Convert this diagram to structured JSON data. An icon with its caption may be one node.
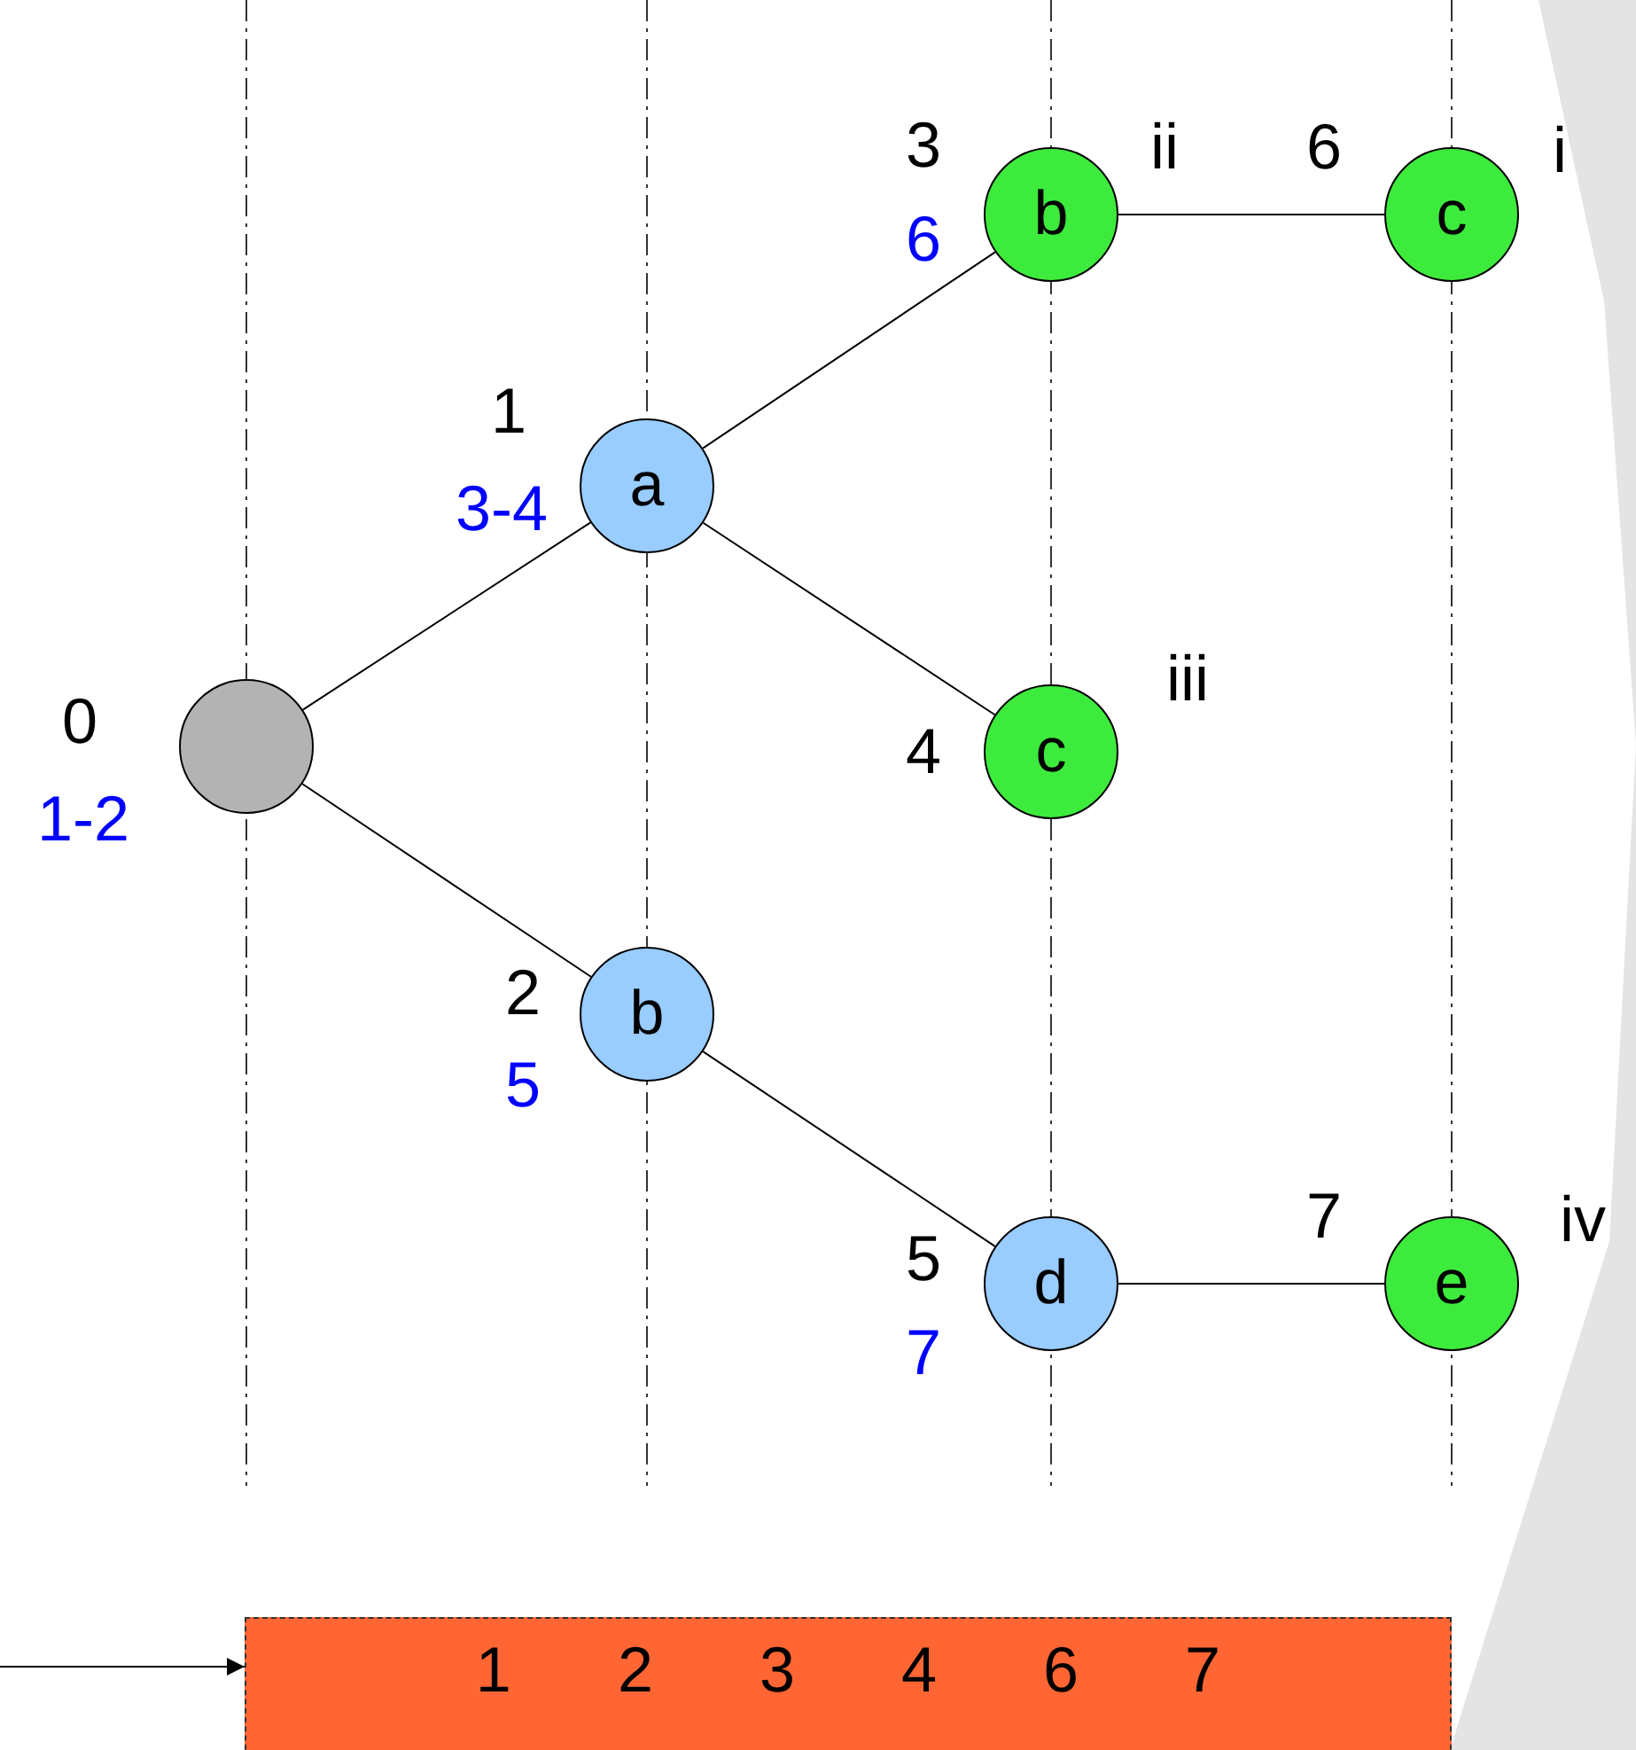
{
  "diagram": {
    "nodes": [
      {
        "text": [],
        "shape": "circle",
        "beside": [
          "0",
          "1-2"
        ]
      },
      {
        "text": [
          "a"
        ],
        "beside": [
          "1",
          "3-4"
        ]
      },
      {
        "text": [
          "b"
        ],
        "beside": [
          "2",
          "5"
        ]
      },
      {
        "text": [
          "b"
        ],
        "beside": [
          "3",
          "6"
        ]
      },
      {
        "text": [
          "c"
        ],
        "beside": [
          "4"
        ]
      },
      {
        "text": [
          "d"
        ],
        "beside": [
          "5",
          "7"
        ]
      },
      {
        "text": [
          "c"
        ],
        "beside": [
          "6"
        ]
      },
      {
        "text": [
          "e"
        ],
        "beside": [
          "7"
        ]
      },
      {
        "text": [
          "1 2 3 4 6 7"
        ]
      }
    ],
    "edges": [
      {
        "from": 0,
        "to": 1,
        "arrow": "none"
      },
      {
        "from": 0,
        "to": 2,
        "arrow": "none"
      },
      {
        "from": 1,
        "to": 3,
        "arrow": "none"
      },
      {
        "from": 1,
        "to": 4,
        "arrow": "none"
      },
      {
        "from": 2,
        "to": 5,
        "arrow": "none"
      },
      {
        "from": 3,
        "to": 6,
        "arrow": "none"
      },
      {
        "from": 5,
        "to": 7,
        "arrow": "none"
      },
      {
        "from": null,
        "to": 8,
        "arrow": "to"
      }
    ],
    "labels": [
      "ii",
      "i",
      "iii",
      "iv"
    ]
  }
}
